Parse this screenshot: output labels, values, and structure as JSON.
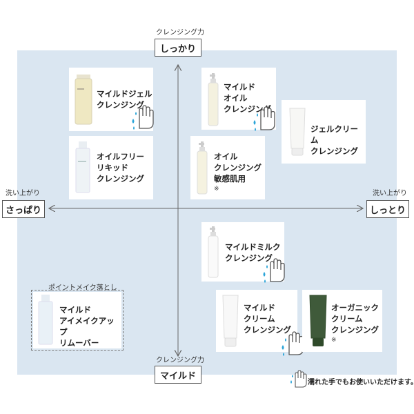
{
  "axes": {
    "top_caption": "クレンジング力",
    "top_label": "しっかり",
    "bottom_caption": "クレンジング力",
    "bottom_label": "マイルド",
    "left_caption": "洗い上がり",
    "left_label": "さっぱり",
    "right_caption": "洗い上がり",
    "right_label": "しっとり"
  },
  "products": {
    "mild_gel": {
      "label": "マイルドジェル\nクレンジング",
      "wet_hands_ok": true
    },
    "mild_oil": {
      "label": "マイルド\nオイル\nクレンジング",
      "wet_hands_ok": true
    },
    "gel_cream": {
      "label": "ジェルクリーム\nクレンジング",
      "wet_hands_ok": false
    },
    "oil_free": {
      "label": "オイルフリー\nリキッド\nクレンジング",
      "wet_hands_ok": false
    },
    "oil_sensitive": {
      "label": "オイル\nクレンジング\n敏感肌用",
      "note": "※",
      "wet_hands_ok": false
    },
    "mild_milk": {
      "label": "マイルドミルク\nクレンジング",
      "wet_hands_ok": true
    },
    "point_remover": {
      "caption": "ポイントメイク落とし",
      "label": "マイルド\nアイメイクアップ\nリムーバー",
      "wet_hands_ok": false
    },
    "mild_cream": {
      "label": "マイルド\nクリーム\nクレンジング",
      "wet_hands_ok": true
    },
    "organic_cream": {
      "label": "オーガニック\nクリーム\nクレンジング",
      "note": "※",
      "wet_hands_ok": false
    }
  },
  "legend": {
    "text": "濡れた手でもお使いいただけます。",
    "icon": "wet-hand-icon"
  },
  "colors": {
    "panel": "#dae6f1",
    "hand_drop": "#2aa4d8",
    "organic_tube": "#3f5a3a"
  }
}
